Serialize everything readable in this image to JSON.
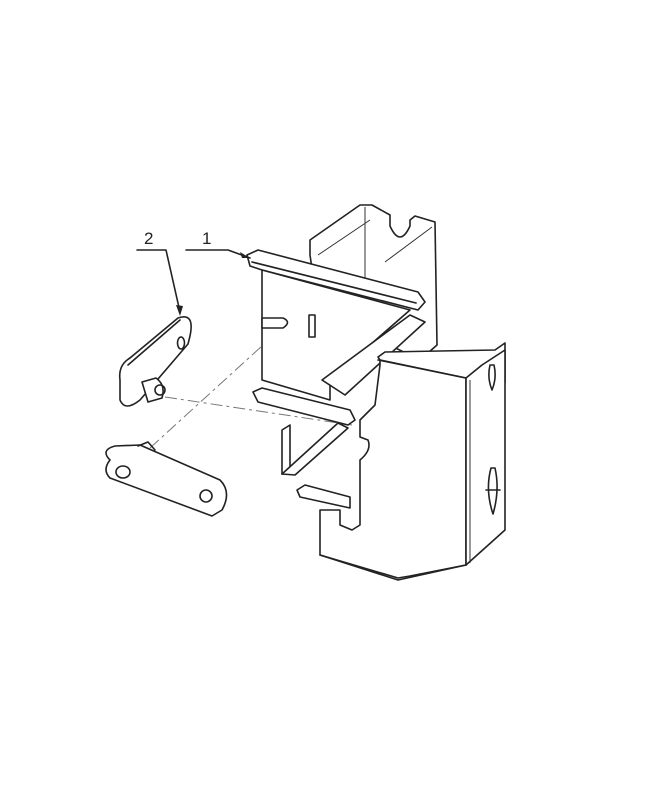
{
  "drawing": {
    "type": "exploded assembly line drawing",
    "callouts": [
      {
        "id": "1",
        "label": "1",
        "target": "bracket-frame"
      },
      {
        "id": "2",
        "label": "2",
        "target": "link-plate-with-spacer"
      }
    ],
    "colors": {
      "line": "#222222",
      "background": "#ffffff",
      "centerline": "#777777"
    }
  }
}
